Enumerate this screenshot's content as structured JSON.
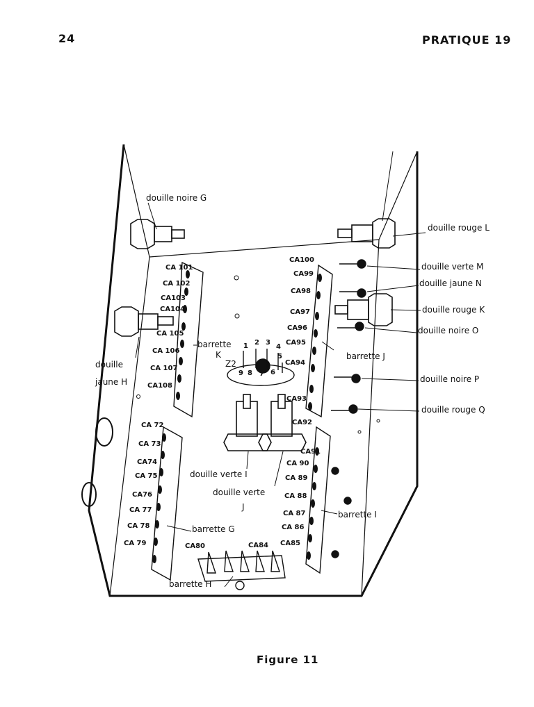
{
  "header": {
    "page_number": "24",
    "title": "PRATIQUE 19"
  },
  "caption": "Figure 11",
  "diagram": {
    "jacks": {
      "noire_G": "douille noire G",
      "rouge_L": "douille rouge L",
      "verte_M": "douille verte M",
      "jaune_N": "douille jaune N",
      "rouge_K": "douille rouge K",
      "noire_O": "douille noire O",
      "noire_P": "douille noire P",
      "rouge_Q": "douille rouge Q",
      "jaune_H_1": "douille",
      "jaune_H_2": "jaune H",
      "verte_I": "douille verte I",
      "verte_J_1": "douille verte",
      "verte_J_2": "J"
    },
    "strips": {
      "J": "barrette J",
      "K_1": "barrette",
      "K_2": "K",
      "G": "barrette G",
      "H": "barrette H",
      "I": "barrette I",
      "Z2": "Z2"
    },
    "strip_K_terminals": [
      "CA 101",
      "CA 102",
      "CA103",
      "CA104",
      "CA 105",
      "CA 106",
      "CA 107",
      "CA108"
    ],
    "strip_J_terminals": [
      "CA100",
      "CA99",
      "CA98",
      "CA97",
      "CA96",
      "CA95",
      "CA94",
      "CA93",
      "CA92"
    ],
    "strip_G_terminals": [
      "CA 72",
      "CA 73",
      "CA74",
      "CA 75",
      "CA76",
      "CA 77",
      "CA 78",
      "CA 79"
    ],
    "strip_I_terminals": [
      "CA91",
      "CA 90",
      "CA 89",
      "CA 88",
      "CA 87",
      "CA 86",
      "CA85"
    ],
    "strip_H_terminals": [
      "CA80",
      "CA84"
    ],
    "socket_pins": [
      "1",
      "2",
      "3",
      "4",
      "5",
      "6",
      "7",
      "8",
      "9"
    ]
  }
}
